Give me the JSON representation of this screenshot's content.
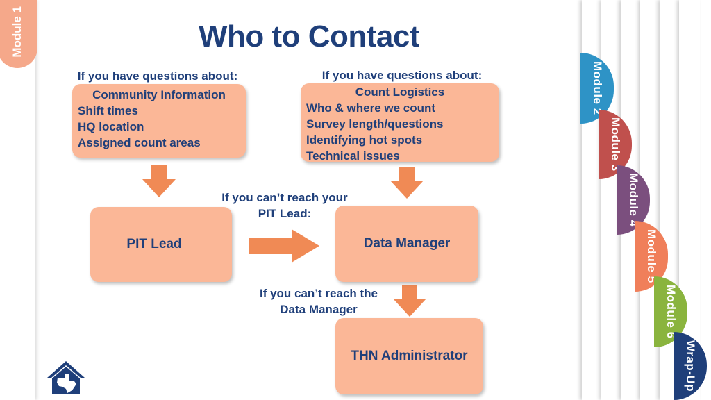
{
  "slide": {
    "title": "Who to Contact"
  },
  "tabs": [
    {
      "label": "Module 1",
      "color": "#f5a88a"
    },
    {
      "label": "Module 2",
      "color": "#2e93c6"
    },
    {
      "label": "Module 3",
      "color": "#c0504d"
    },
    {
      "label": "Module 4",
      "color": "#7b4f7e"
    },
    {
      "label": "Module 5",
      "color": "#f07f5a"
    },
    {
      "label": "Module 6",
      "color": "#8ab43e"
    },
    {
      "label": "Wrap-Up",
      "color": "#1f3f7a"
    }
  ],
  "diagram": {
    "left_intro": "If you have questions about:",
    "left_box": {
      "header": "Community Information",
      "items": [
        "Shift times",
        "HQ location",
        "Assigned count areas"
      ]
    },
    "right_intro": "If you have questions about:",
    "right_box": {
      "header": "Count Logistics",
      "items": [
        "Who & where we count",
        "Survey length/questions",
        "Identifying hot spots",
        "Technical issues"
      ]
    },
    "pit_lead": "PIT Lead",
    "cant_reach_pit": [
      "If you can’t reach your",
      "PIT Lead:"
    ],
    "data_manager": "Data Manager",
    "cant_reach_dm": [
      "If you can’t reach the",
      "Data Manager"
    ],
    "thn_admin": "THN Administrator"
  },
  "colors": {
    "box_fill": "#fbb797",
    "arrow": "#f08a55",
    "text": "#1f3f7a"
  },
  "icons": {
    "logo": "texas-house-logo-icon"
  }
}
